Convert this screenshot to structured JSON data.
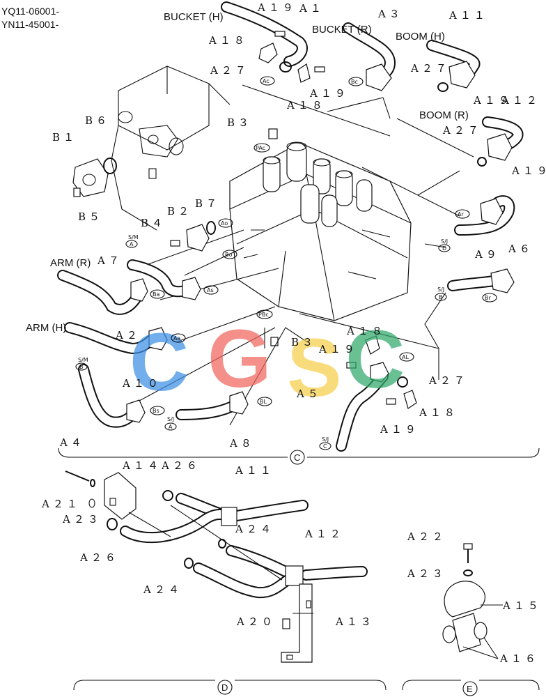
{
  "header": {
    "serial_1": "YQ11-06001-",
    "serial_2": "YN11-45001-"
  },
  "hose_labels": {
    "bucket_h": "BUCKET (H)",
    "bucket_r": "BUCKET (R)",
    "boom_h": "BOOM (H)",
    "boom_r": "BOOM (R)",
    "arm_r": "ARM (R)",
    "arm_h": "ARM (H)"
  },
  "parts": {
    "a1": "A１",
    "a2": "A２",
    "a3": "A３",
    "a4": "A４",
    "a5": "A５",
    "a6": "A６",
    "a7": "A７",
    "a8": "A８",
    "a9": "A９",
    "a10": "A１０",
    "a11": "A１１",
    "a12": "A１２",
    "a13": "A１３",
    "a14": "A１４",
    "a15": "A１５",
    "a16": "A１６",
    "a18": "A１８",
    "a19": "A１９",
    "a20": "A２０",
    "a21": "A２１",
    "a22": "A２２",
    "a23": "A２３",
    "a24": "A２４",
    "a26": "A２６",
    "a27": "A２７",
    "b1": "B１",
    "b2": "B２",
    "b3": "B３",
    "b4": "B４",
    "b5": "B５",
    "b6": "B６",
    "b7": "B７"
  },
  "ports": {
    "ac": "Ac",
    "bc": "Bc",
    "pac": "PAc",
    "ao": "Ao",
    "bo": "Bo",
    "as": "As",
    "ba": "Ba",
    "aa": "Aa",
    "pbc": "PBc",
    "bs": "Bs",
    "bl": "BL",
    "al": "AL",
    "ar": "Ar",
    "br": "Br"
  },
  "connections": {
    "sm_a": {
      "top": "S/M",
      "bottom": "A"
    },
    "sm_b": {
      "top": "S/M",
      "bottom": "B"
    },
    "sj_a": {
      "top": "S/J",
      "bottom": "A"
    },
    "sj_b": {
      "top": "S/J",
      "bottom": "B"
    },
    "sj_c": {
      "top": "S/J",
      "bottom": "C"
    },
    "sj_d": {
      "top": "S/J",
      "bottom": "D"
    }
  },
  "sections": {
    "c": "C",
    "d": "D",
    "e": "E"
  },
  "watermark": {
    "letters": [
      "C",
      "G",
      "S",
      "C"
    ],
    "colors": [
      "#3d8fe6",
      "#f0655c",
      "#f6cf4a",
      "#2fa86a"
    ]
  }
}
